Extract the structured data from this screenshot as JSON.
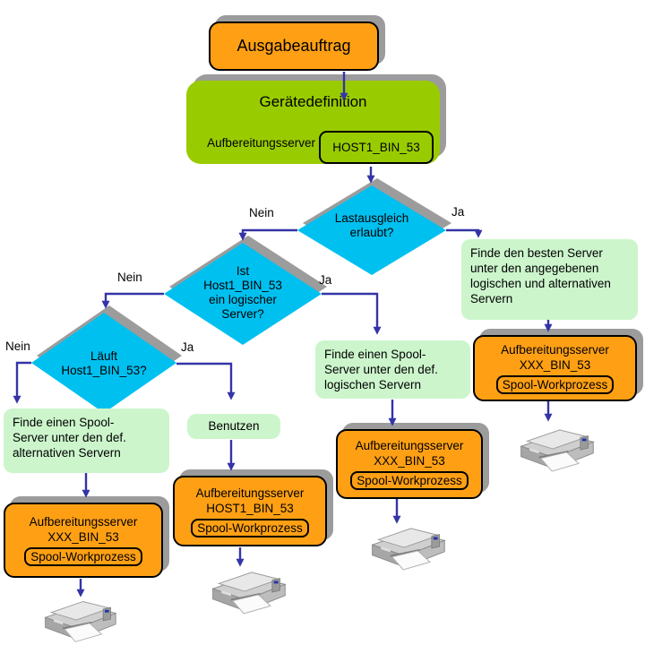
{
  "colors": {
    "orange": "#FFA014",
    "green": "#99CC00",
    "light_green": "#CCF5CC",
    "cyan": "#00C0F0",
    "shadow_gray": "#9C9C9C",
    "connector_blue": "#3434A8"
  },
  "flowchart": {
    "start": {
      "label": "Ausgabeauftrag"
    },
    "device_definition": {
      "title": "Gerätedefinition",
      "field_label": "Aufbereitungsserver",
      "field_value": "HOST1_BIN_53"
    },
    "decisions": {
      "load_balancing": {
        "text": "Lastausgleich\nerlaubt?",
        "no_label": "Nein",
        "yes_label": "Ja"
      },
      "logical_server": {
        "text": "Ist\nHost1_BIN_53\nein logischer\nServer?",
        "no_label": "Nein",
        "yes_label": "Ja"
      },
      "server_running": {
        "text": "Läuft\nHost1_BIN_53?",
        "no_label": "Nein",
        "yes_label": "Ja"
      }
    },
    "notes": {
      "alternative_servers": "Finde einen Spool-\nServer unter den def.\nalternativen Servern",
      "use": "Benutzen",
      "logical_servers": "Finde einen Spool-\nServer unter den def.\nlogischen Servern",
      "best_server": "Finde den besten Server\nunter den angegebenen\nlogischen und alternativen\nServern"
    },
    "results": {
      "alternative": {
        "title": "Aufbereitungsserver",
        "server": "XXX_BIN_53",
        "process": "Spool-Workprozess"
      },
      "host": {
        "title": "Aufbereitungsserver",
        "server": "HOST1_BIN_53",
        "process": "Spool-Workprozess"
      },
      "logical": {
        "title": "Aufbereitungsserver",
        "server": "XXX_BIN_53",
        "process": "Spool-Workprozess"
      },
      "best": {
        "title": "Aufbereitungsserver",
        "server": "XXX_BIN_53",
        "process": "Spool-Workprozess"
      }
    },
    "icons": {
      "printer": "printer-icon"
    }
  }
}
